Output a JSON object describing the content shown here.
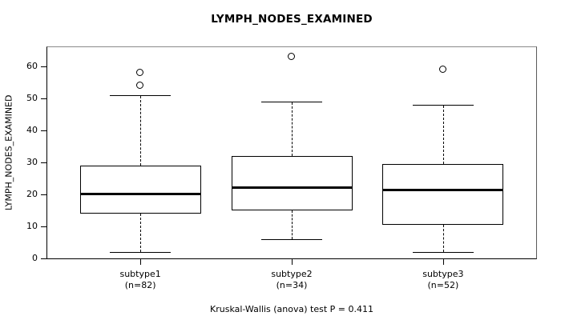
{
  "title": "LYMPH_NODES_EXAMINED",
  "y_axis_label": "LYMPH_NODES_EXAMINED",
  "caption": "Kruskal-Wallis (anova) test P = 0.411",
  "colors": {
    "line": "#000000",
    "frame_shade": "#8a8a8a",
    "background": "#ffffff"
  },
  "chart_data": {
    "type": "boxplot",
    "title": "LYMPH_NODES_EXAMINED",
    "ylabel": "LYMPH_NODES_EXAMINED",
    "xlabel": "",
    "ylim": [
      0,
      66
    ],
    "yticks": [
      0,
      10,
      20,
      30,
      40,
      50,
      60
    ],
    "grid": false,
    "categories": [
      "subtype1",
      "subtype2",
      "subtype3"
    ],
    "category_sublabels": [
      "(n=82)",
      "(n=34)",
      "(n=52)"
    ],
    "series": [
      {
        "name": "subtype1",
        "n": 82,
        "whisker_low": 2,
        "q1": 14,
        "median": 20,
        "q3": 29,
        "whisker_high": 51,
        "outliers": [
          54,
          58
        ]
      },
      {
        "name": "subtype2",
        "n": 34,
        "whisker_low": 6,
        "q1": 15,
        "median": 22,
        "q3": 32,
        "whisker_high": 49,
        "outliers": [
          63
        ]
      },
      {
        "name": "subtype3",
        "n": 52,
        "whisker_low": 2,
        "q1": 10.5,
        "median": 21.3,
        "q3": 29.5,
        "whisker_high": 48,
        "outliers": [
          59
        ]
      }
    ],
    "annotation": "Kruskal-Wallis (anova) test P = 0.411"
  }
}
